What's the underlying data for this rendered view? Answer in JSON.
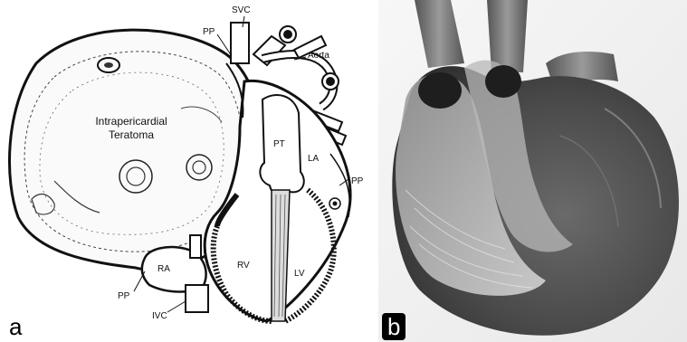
{
  "panels": {
    "a": {
      "letter": "a",
      "labels": {
        "svc": "SVC",
        "pp_top": "PP",
        "aorta": "Aorta",
        "tumor_line1": "Intrapericardial",
        "tumor_line2": "Teratoma",
        "pt": "PT",
        "la": "LA",
        "pp_right": "PP",
        "ra": "RA",
        "rv": "RV",
        "lv": "LV",
        "pp_bottom": "PP",
        "ivc": "IVC"
      }
    },
    "b": {
      "letter": "b"
    }
  },
  "colors": {
    "line": "#111111",
    "paper": "#ffffff",
    "photo_bg": "#f2f2f2",
    "tissue_dark": "#3a3a3a",
    "tissue_mid": "#8a8a8a",
    "tissue_light": "#d8d8d8"
  }
}
